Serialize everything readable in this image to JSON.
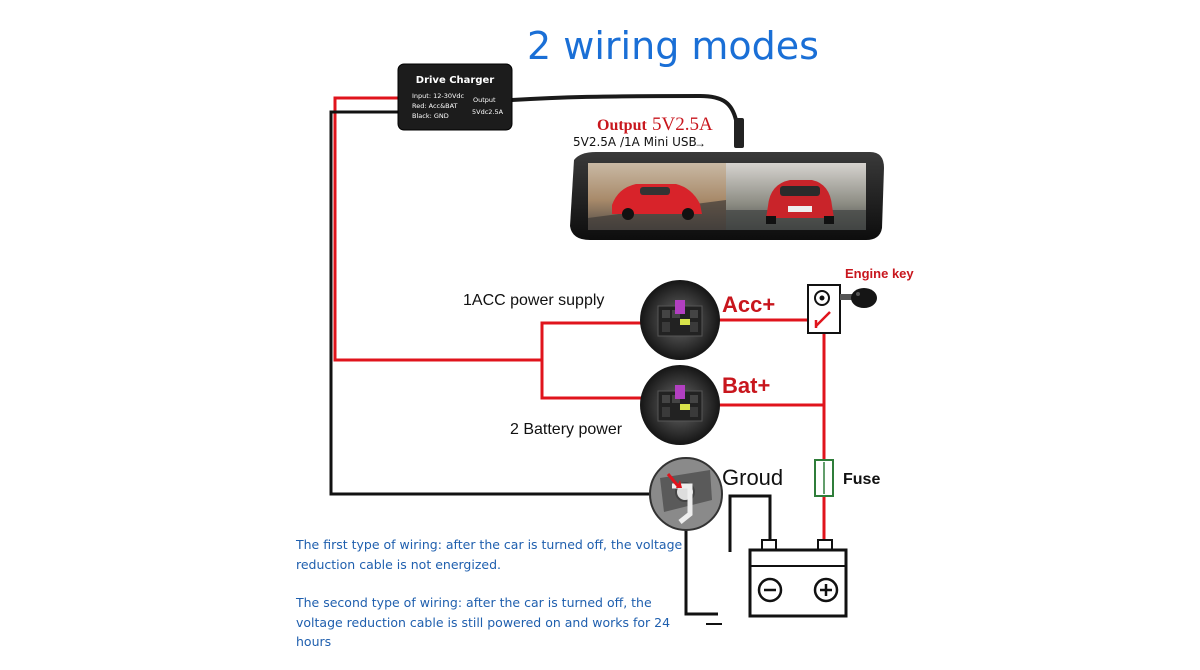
{
  "title": "2 wiring modes",
  "charger": {
    "title": "Drive Charger",
    "input": "Input: 12-30Vdc",
    "red": "Red: Acc&BAT",
    "black": "Black: GND",
    "output_label": "Output",
    "output_value": "5Vdc2.5A"
  },
  "output": {
    "prefix": "Output",
    "value": "5V2.5A",
    "usb_spec": "5V2.5A /1A Mini USB"
  },
  "labels": {
    "acc_supply": "1ACC power supply",
    "battery_power": "2 Battery power",
    "acc_plus": "Acc+",
    "bat_plus": "Bat+",
    "ground": "Groud",
    "engine_key": "Engine key",
    "fuse": "Fuse"
  },
  "notes": {
    "first": "The first type of wiring: after the car is turned off, the voltage reduction cable is not energized.",
    "second": "The second type of wiring: after the car is turned off, the voltage reduction cable is still powered on and works for 24 hours"
  },
  "colors": {
    "wire_red": "#e0141c",
    "wire_black": "#111111",
    "title_blue": "#1a6fd6",
    "label_red": "#c8161d",
    "fuse_green": "#2f7d3a",
    "note_blue": "#1f5fae"
  }
}
